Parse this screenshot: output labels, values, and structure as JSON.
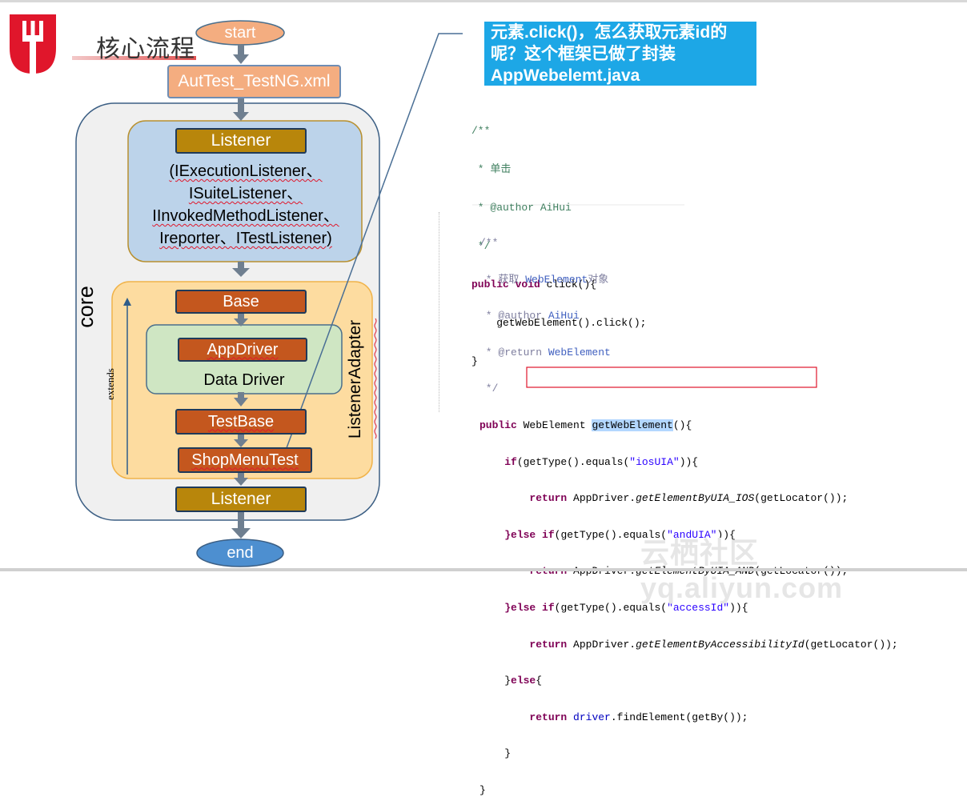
{
  "title": "核心流程",
  "flow": {
    "start": "start",
    "xml": "AutTest_TestNG.xml",
    "listener_top": "Listener",
    "listener_lines": [
      "(IExecutionListener、",
      "ISuiteListener、",
      "IInvokedMethodListener、",
      "Ireporter、ITestListener)"
    ],
    "core_label": "core",
    "base": "Base",
    "app_driver": "AppDriver",
    "data_driver": "Data Driver",
    "test_base": "TestBase",
    "shop_menu_test": "ShopMenuTest",
    "extends_label": "extends",
    "listener_adapter": "ListenerAdapter",
    "listener_bottom": "Listener",
    "end": "end"
  },
  "note": {
    "line1": "元素.click()，怎么获取元素id的",
    "line2": "呢？这个框架已做了封装",
    "line3": "AppWebelemt.java"
  },
  "code1": {
    "c1": "/**",
    "c2": " * 单击",
    "c3": " * @author AiHui",
    "c4": " */",
    "sig_kw": "public void",
    "sig_rest": " click(){",
    "body": "    getWebElement().click();",
    "close": "}"
  },
  "code2": {
    "c1": "/**",
    "c2a": " * 获取 ",
    "c2b": "WebElement",
    "c2c": "对象",
    "c3a": " * @author ",
    "c3b": "AiHui",
    "c4a": " * @return ",
    "c4b": "WebElement",
    "c5": " */",
    "sig_kw": "public",
    "sig_type": " WebElement ",
    "sig_method": "getWebElement",
    "sig_end": "(){",
    "if_kw": "if",
    "if_a": "(getType().equals(",
    "if_str": "\"iosUIA\"",
    "if_end": ")){",
    "ret_kw": "return",
    "ret1_a": " AppDriver.",
    "ret1_m": "getElementByUIA_IOS",
    "ret1_e": "(getLocator());",
    "elseif_kw": "}else if",
    "elseif2_str": "\"andUIA\"",
    "ret2_m": "getElementByUIA_AND",
    "elseif3_str": "\"accessId\"",
    "ret3_m": "getElementByAccessibilityId",
    "else_kw": "else",
    "else_open": "}",
    "else_brace": "{",
    "ret4_field": "driver",
    "ret4_rest": ".findElement(getBy());",
    "close_inner": "}",
    "close_outer": "}"
  },
  "watermark": "云栖社区 yq.aliyun.com",
  "colors": {
    "orange_box": "#c4571e",
    "gold_box": "#b8860b",
    "salmon_box": "#f4ad80",
    "listener_panel": "#bcd3ea",
    "adapter_panel": "#fddca0",
    "data_driver_panel": "#cfe6c3",
    "core_panel": "#f0f0f0",
    "end_ellipse": "#4d8fd0",
    "note_bg": "#1da7e6",
    "logo_red": "#e0162b"
  }
}
